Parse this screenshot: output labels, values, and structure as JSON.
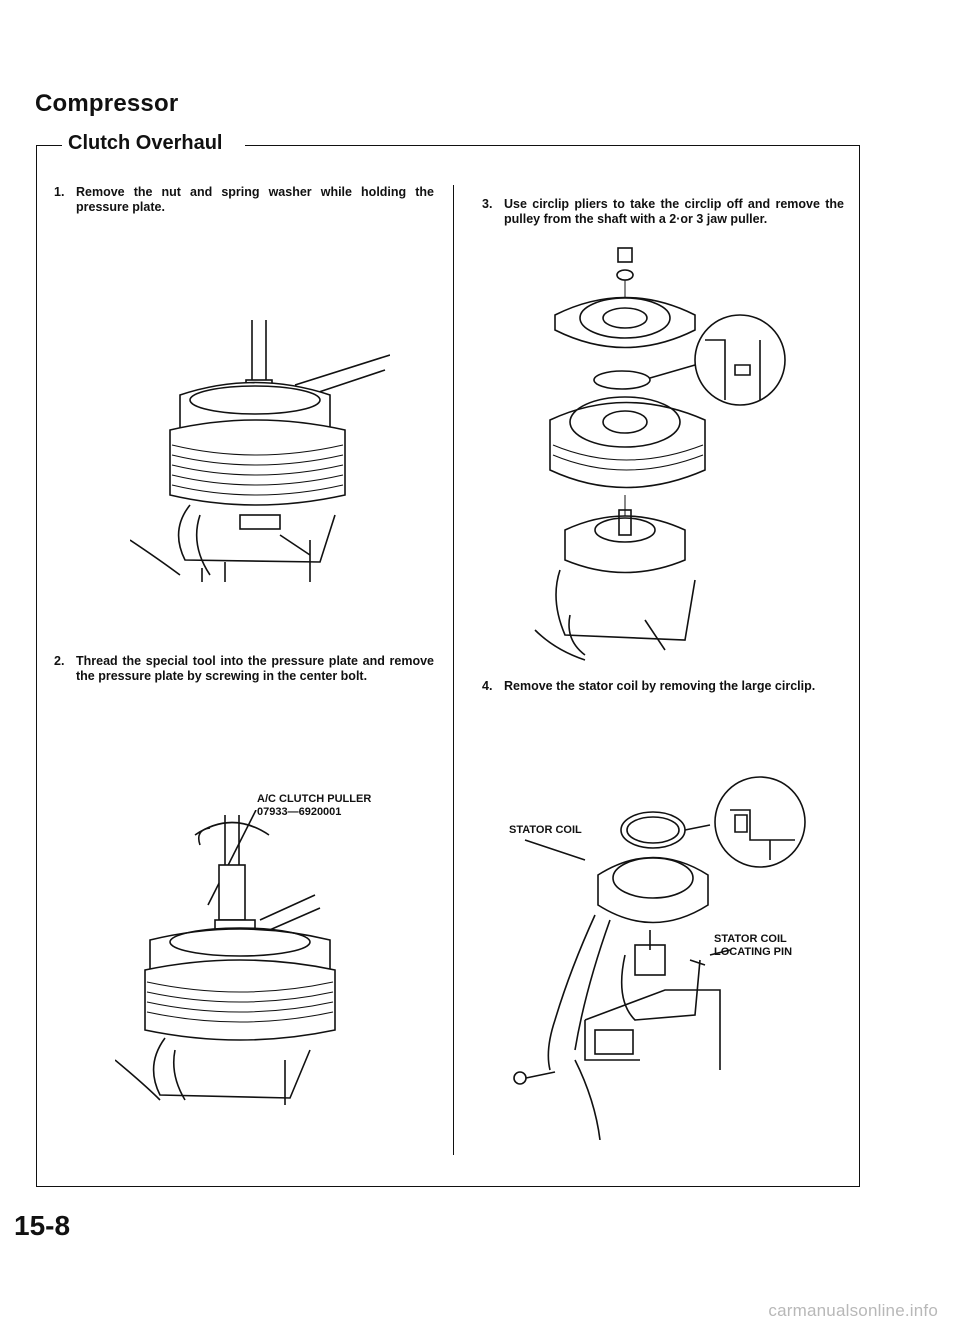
{
  "page": {
    "title": "Compressor",
    "section": "Clutch Overhaul",
    "page_number": "15-8",
    "watermark": "carmanualsonline.info"
  },
  "steps": [
    {
      "number": "1.",
      "text": "Remove the nut and spring washer while holding the pressure plate."
    },
    {
      "number": "2.",
      "text": "Thread the special tool into the pressure plate and remove the pressure plate by screwing in the center bolt."
    },
    {
      "number": "3.",
      "text": "Use circlip pliers to take the circlip off and remove the pulley from the shaft with a 2·or 3 jaw puller."
    },
    {
      "number": "4.",
      "text": "Remove the stator coil by removing the large circlip."
    }
  ],
  "labels": {
    "tool_name": "A/C CLUTCH PULLER",
    "tool_number": "07933—6920001",
    "stator_coil": "STATOR COIL",
    "locating_pin_line1": "STATOR COIL",
    "locating_pin_line2": "LOCATING PIN"
  },
  "figures": {
    "fig1": "pressure-plate-holding",
    "fig2": "clutch-puller-removal",
    "fig3": "pulley-exploded-view",
    "fig4": "stator-coil-removal"
  }
}
